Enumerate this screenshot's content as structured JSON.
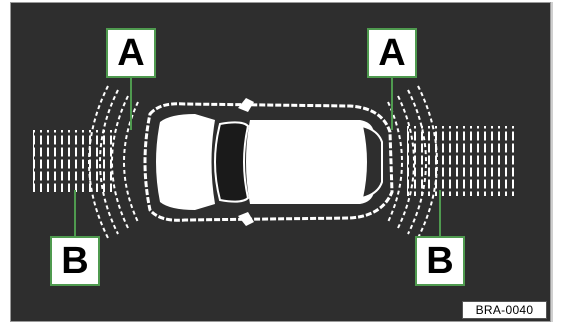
{
  "diagram": {
    "callout_a": "A",
    "callout_b": "B",
    "figure_code": "BRA-0040",
    "colors": {
      "background": "#2e2e2e",
      "lines": "#ffffff",
      "callout_border": "#4f9a4f",
      "leader_lines": "#4f9a4f"
    }
  }
}
